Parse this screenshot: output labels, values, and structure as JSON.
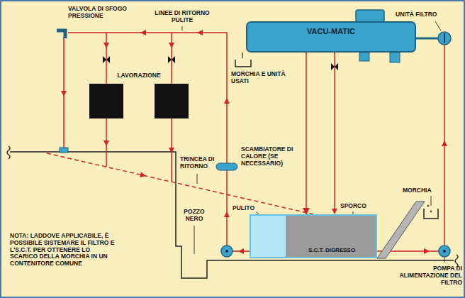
{
  "diagram": {
    "nodes": [
      {
        "text": [
          "VACU-MATIC"
        ]
      },
      {
        "text": [
          "S.C.T. DIGRESSO"
        ]
      }
    ],
    "edges": [
      {
        "from": 0,
        "to": 1,
        "arrow": "to"
      }
    ],
    "labels": [
      "VALVOLA DI SFOGO PRESSIONE",
      "LINEE DI RITORNO PULITE",
      "UNITÀ FILTRO",
      "LAVORAZIONE",
      "MORCHIA E UNITÀ USATI",
      "SCAMBIATORE DI CALORE (SE NECESSARIO)",
      "TRINCEA DI RITORNO",
      "SPORCO",
      "PULITO",
      "MORCHIA",
      "POZZO NERO",
      "NOTA: LADDOVE APPLICABILE, È POSSIBILE SISTEMARE IL FILTRO E L'S.C.T. PER OTTENERE LO SCARICO DELLA MORCHIA IN UN CONTENITORE COMUNE",
      "POMPA DI ALIMENTAZIONE DEL FILTRO"
    ]
  }
}
